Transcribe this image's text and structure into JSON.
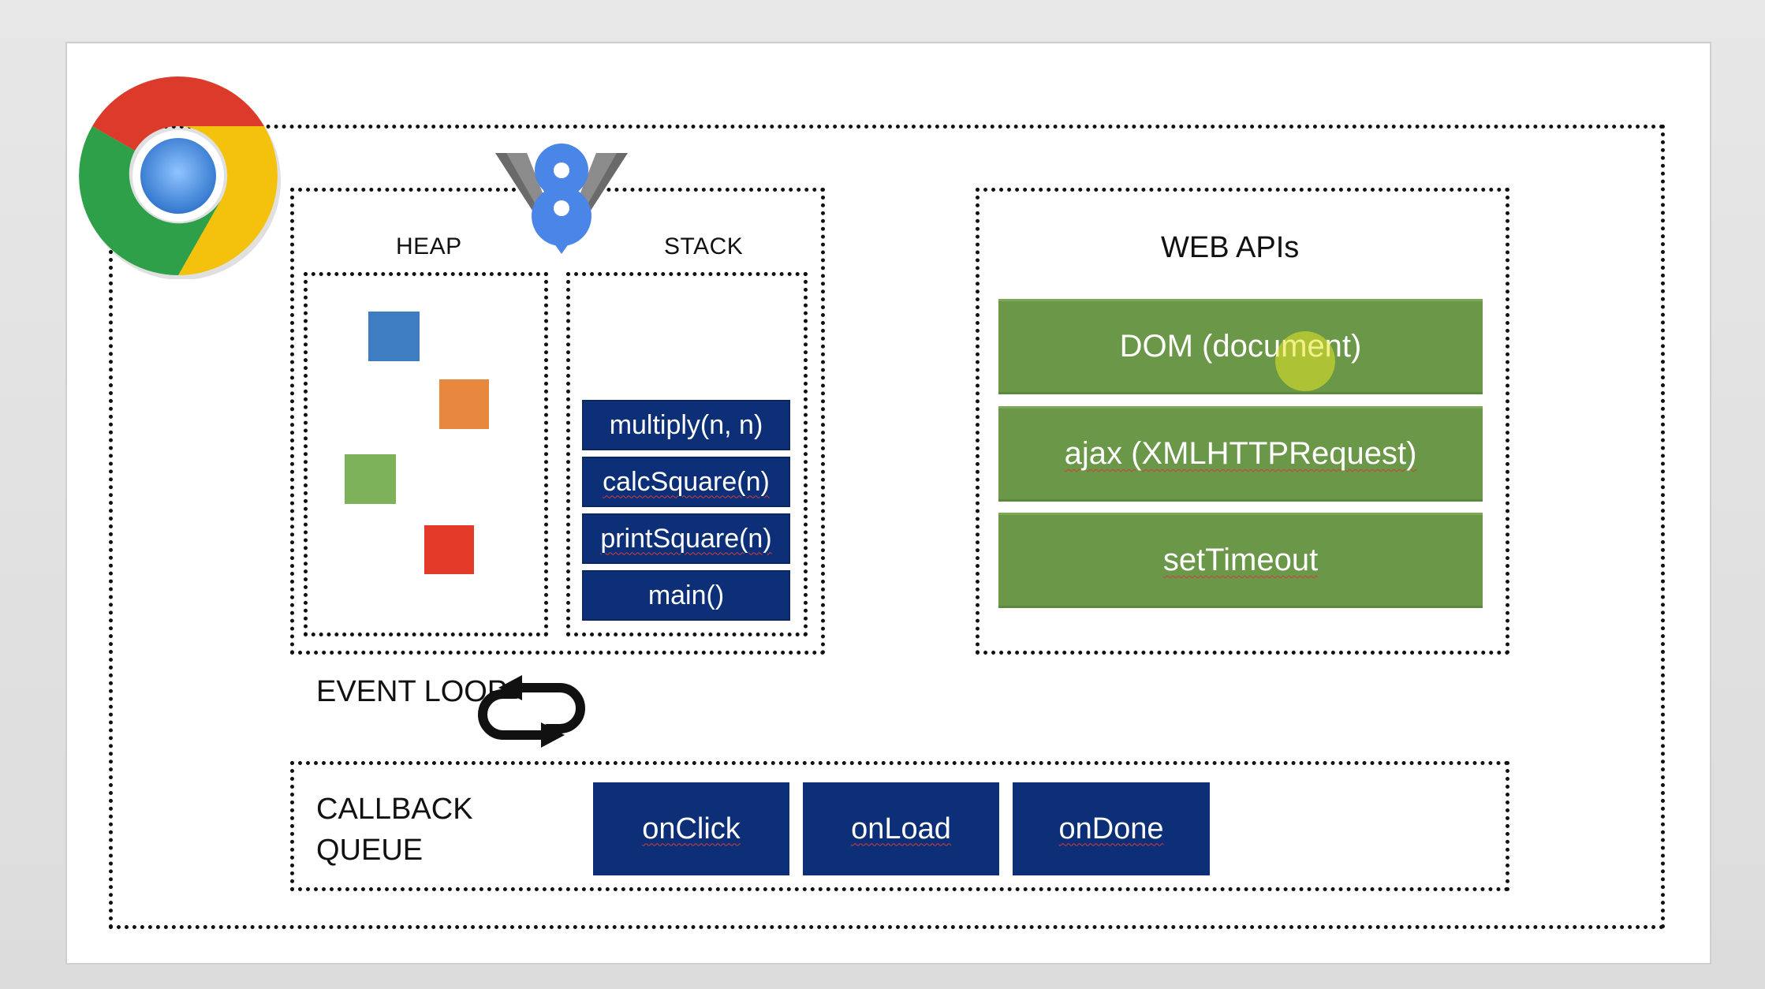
{
  "heap": {
    "label": "HEAP",
    "objects": [
      {
        "name": "blue-object",
        "color": "#3f7dc3"
      },
      {
        "name": "orange-object",
        "color": "#e8883e"
      },
      {
        "name": "green-object",
        "color": "#7db15a"
      },
      {
        "name": "red-object",
        "color": "#e33a2a"
      }
    ]
  },
  "stack": {
    "label": "STACK",
    "frames": [
      "multiply(n, n)",
      "calcSquare(n)",
      "printSquare(n)",
      "main()"
    ]
  },
  "web_apis": {
    "label": "WEB APIs",
    "items": [
      "DOM (document)",
      "ajax (XMLHTTPRequest)",
      "setTimeout"
    ]
  },
  "event_loop": {
    "label": "EVENT LOOP"
  },
  "callback_queue": {
    "label_line1": "CALLBACK",
    "label_line2": "QUEUE",
    "items": [
      "onClick",
      "onLoad",
      "onDone"
    ]
  },
  "colors": {
    "stack_frame": "#0c2f78",
    "web_api": "#6a9748",
    "callback": "#0c2f78"
  },
  "icons": [
    "chrome-logo-icon",
    "v8-logo-icon",
    "loop-arrows-icon"
  ]
}
